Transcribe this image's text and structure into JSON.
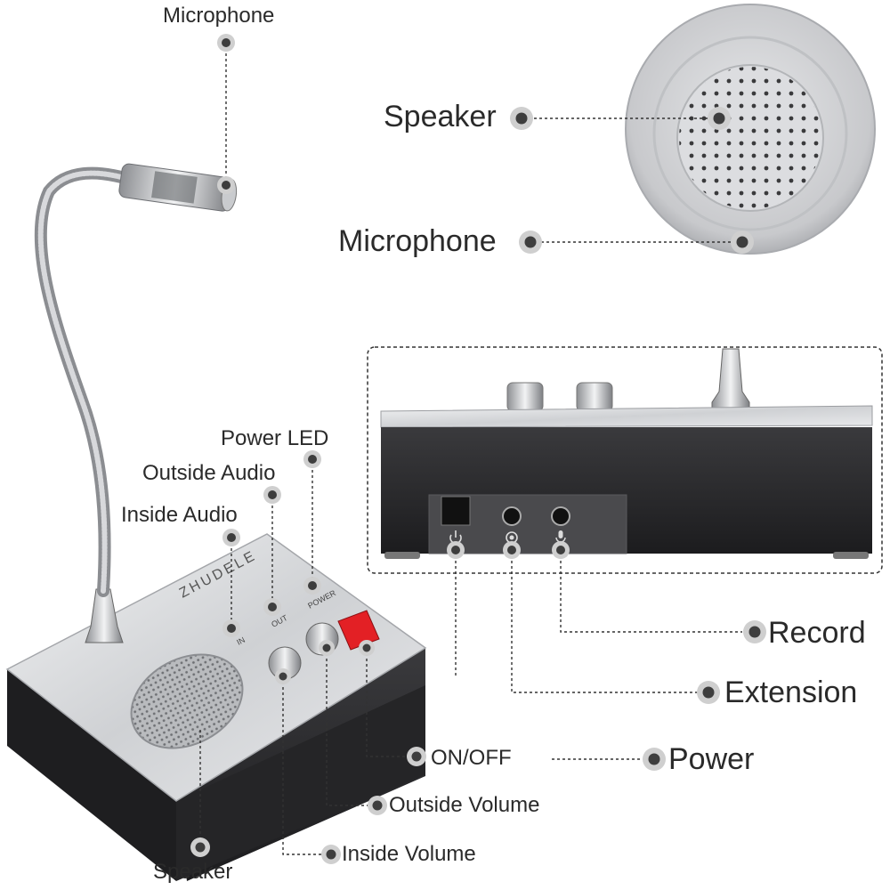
{
  "brand": "ZHUDELE",
  "labels": {
    "top_microphone": "Microphone",
    "speaker_top": "Speaker",
    "microphone_top": "Microphone",
    "power_led": "Power LED",
    "outside_audio": "Outside Audio",
    "inside_audio": "Inside Audio",
    "record": "Record",
    "extension": "Extension",
    "on_off": "ON/OFF",
    "power": "Power",
    "outside_volume": "Outside Volume",
    "inside_volume": "Inside Volume",
    "speaker_bottom": "Speaker"
  },
  "panel_text": {
    "in": "IN",
    "out": "OUT",
    "power": "POWER"
  },
  "colors": {
    "silver": "#d8d9db",
    "body_dark": "#2b2b2d",
    "switch_red": "#e32025",
    "callout_dot": "#4a4a4a",
    "callout_ring": "#c9c9c9",
    "label_text": "#2a2a2a"
  },
  "icons": [
    "power-icon",
    "extension-icon",
    "mic-icon"
  ]
}
